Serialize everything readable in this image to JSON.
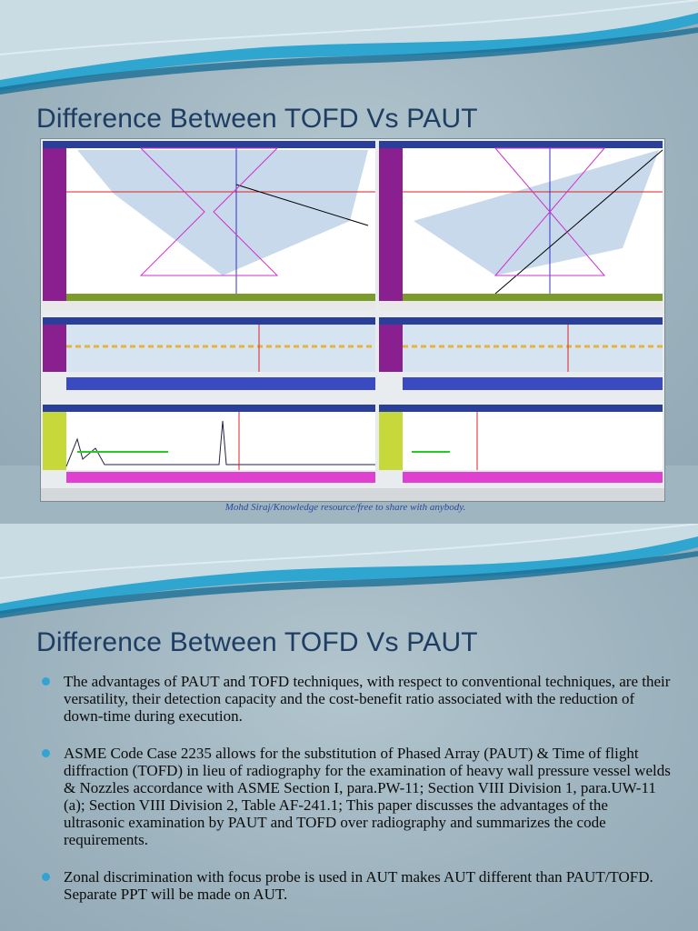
{
  "slide1": {
    "title": "Difference Between TOFD Vs PAUT",
    "screenshot_alt": "Phased array and TOFD ultrasonic scan screenshot",
    "credit": "Mohd Siraj/Knowledge resource/free to share with anybody."
  },
  "slide2": {
    "title": "Difference Between TOFD Vs PAUT",
    "bullets": [
      "The advantages of PAUT and TOFD techniques, with respect to conventional techniques, are their versatility, their detection capacity and the cost-benefit ratio associated with the reduction of down-time during execution.",
      "ASME Code Case 2235 allows for the substitution of Phased Array (PAUT) & Time of flight diffraction (TOFD) in lieu of radiography for the examination of heavy wall pressure vessel welds & Nozzles accordance with ASME Section I, para.PW-11; Section VIII Division 1, para.UW-11 (a); Section VIII Division 2, Table AF-241.1; This paper discusses the advantages of the ultrasonic examination by PAUT and TOFD over radiography and summarizes the code requirements.",
      "Zonal discrimination with focus probe is used in AUT makes AUT different than PAUT/TOFD. Separate PPT will be made on AUT."
    ]
  },
  "colors": {
    "title": "#1f3d63",
    "bullet": "#35a3d1",
    "background": "#9fb5c0"
  }
}
